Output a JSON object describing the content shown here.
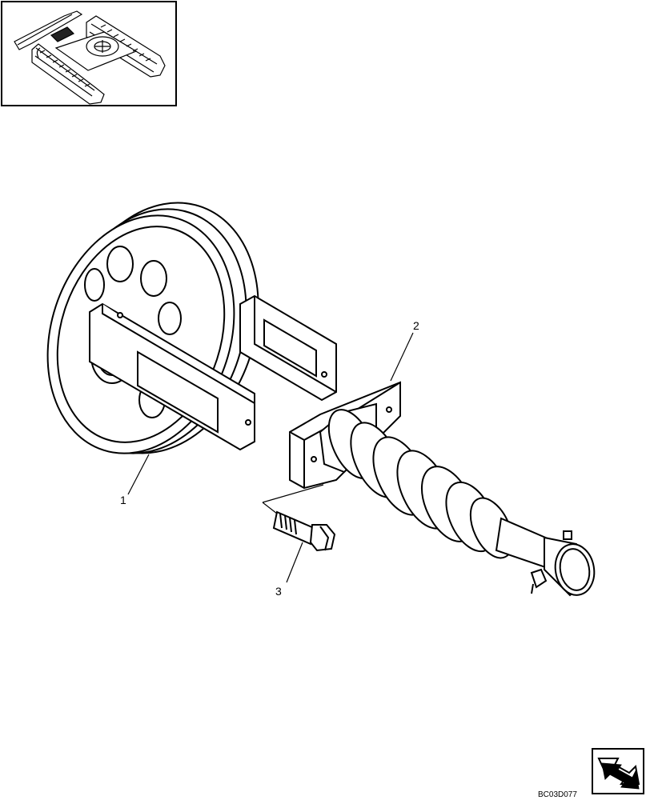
{
  "callouts": [
    {
      "number": "1",
      "part": "idler-wheel"
    },
    {
      "number": "2",
      "part": "recoil-spring-assembly"
    },
    {
      "number": "3",
      "part": "bolt"
    }
  ],
  "drawing_code": "BC03D077",
  "icons": {
    "locator": "excavator-undercarriage-locator-icon",
    "navigation": "page-turn-arrow-icon"
  },
  "colors": {
    "line": "#000000",
    "background": "#ffffff"
  }
}
